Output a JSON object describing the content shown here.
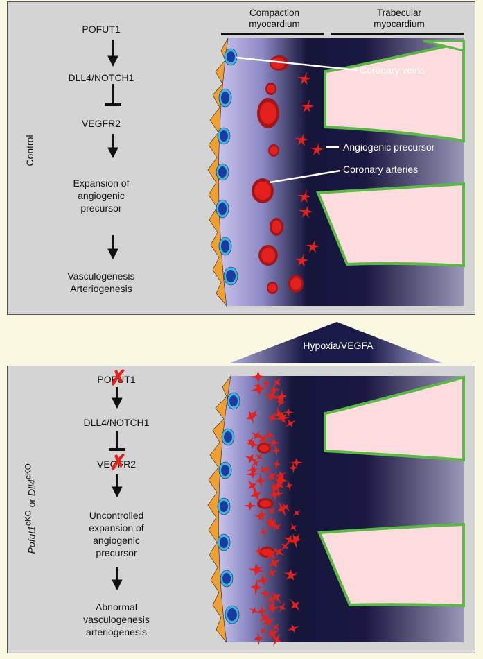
{
  "headers": {
    "compaction": "Compaction\nmyocardium",
    "trabecular": "Trabecular\nmyocardium"
  },
  "top_panel": {
    "side_label": "Control",
    "pathway": [
      "POFUT1",
      "DLL4/NOTCH1",
      "VEGFR2",
      "Expansion of\nangiogenic\nprecursor",
      "Vasculogenesis\nArteriogenesis"
    ],
    "annotations": {
      "coronary_veins": "Coronary veins",
      "angiogenic_precursor": "Angiogenic precursor",
      "coronary_arteries": "Coronary arteries"
    }
  },
  "middle": {
    "hypoxia_label": "Hypoxia/VEGFA"
  },
  "bottom_panel": {
    "side_label_part1": "Pofut1",
    "side_label_sup1": "cKO",
    "side_label_or": " or ",
    "side_label_part2": "Dll4",
    "side_label_sup2": "cKO",
    "pathway": [
      "POFUT1",
      "DLL4/NOTCH1",
      "VEGFR2",
      "Uncontrolled\nexpansion of\nangiogenic\nprecursor",
      "Abnormal\nvasculogenesis\narteriogenesis"
    ]
  },
  "colors": {
    "artery_red": "#e3201b",
    "vein_blue": "#1a3ca0",
    "vein_halo": "#3fb4e8",
    "endocardium_green": "#5bb846",
    "epicardium_orange": "#f0a030",
    "trabecular_pink": "#fcdcdc",
    "myocardium_dark": "#141433",
    "myocardium_light": "#b4b0dc"
  }
}
